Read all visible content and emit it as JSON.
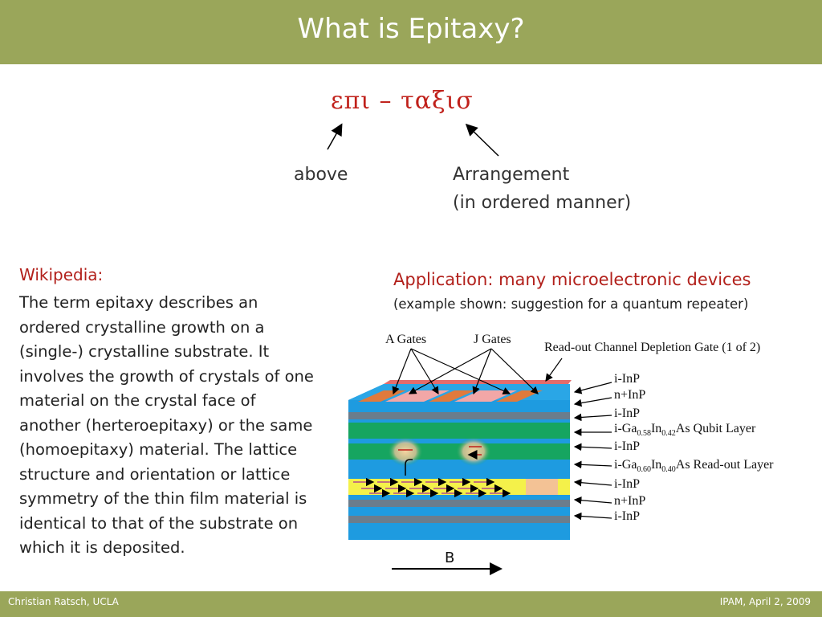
{
  "title": "What is Epitaxy?",
  "etymology": {
    "greek": "επι – ταξισ",
    "above": "above",
    "arrangement": "Arrangement",
    "arrangement_note": "(in ordered manner)"
  },
  "wikipedia": {
    "heading": "Wikipedia:",
    "text": "The term epitaxy describes an ordered crystalline growth on a (single-) crystalline substrate. It involves the growth of crystals of one material on the crystal face of another (herteroepitaxy) or the same (homoepitaxy) material. The lattice structure and orientation or lattice symmetry of the thin film material is identical to that of the substrate on which it is deposited."
  },
  "application": {
    "title": "Application: many microelectronic devices",
    "subtitle": "(example shown: suggestion for a quantum repeater)"
  },
  "diagram": {
    "a_gates": "A Gates",
    "j_gates": "J Gates",
    "readout_gate": "Read-out Channel Depletion Gate (1 of 2)",
    "field_label": "B",
    "layers": [
      {
        "main": "i-InP"
      },
      {
        "main": "n+InP"
      },
      {
        "main": "i-InP"
      },
      {
        "pre": "i-Ga",
        "sub1": "0.58",
        "mid": "In",
        "sub2": "0.42",
        "post": "As Qubit Layer"
      },
      {
        "main": "i-InP"
      },
      {
        "pre": "i-Ga",
        "sub1": "0.60",
        "mid": "In",
        "sub2": "0.40",
        "post": "As Read-out Layer"
      },
      {
        "main": "i-InP"
      },
      {
        "main": "n+InP"
      },
      {
        "main": "i-InP"
      }
    ]
  },
  "footer": {
    "left": "Christian Ratsch, UCLA",
    "right": "IPAM, April 2, 2009"
  },
  "colors": {
    "header_bar": "#9aa65a",
    "accent_red": "#b2201b",
    "layer_blue": "#1e9be0",
    "layer_green": "#16a560",
    "gate_orange": "#e07a3c"
  }
}
